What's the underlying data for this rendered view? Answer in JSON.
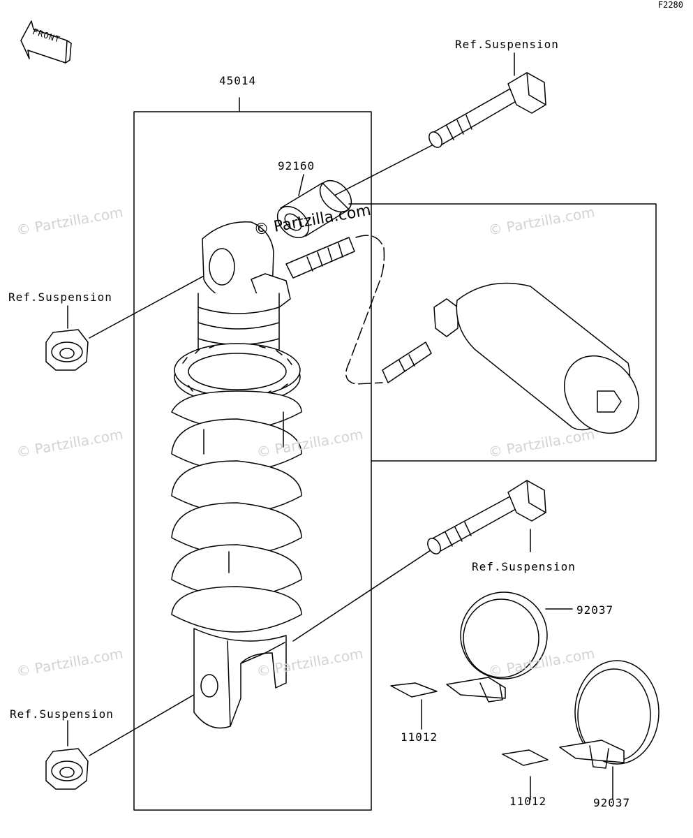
{
  "figure_code": "F2280",
  "front_tag": "FRONT",
  "watermark": "© Partzilla.com",
  "labels": {
    "shock_assembly": "45014",
    "bushing": "92160",
    "clamp_top": "92037",
    "clamp_bottom": "92037",
    "pad_left": "11012",
    "pad_right": "11012",
    "ref_top_bolt": "Ref.Suspension",
    "ref_left_upper": "Ref.Suspension",
    "ref_bottom_bolt": "Ref.Suspension",
    "ref_left_lower": "Ref.Suspension"
  }
}
